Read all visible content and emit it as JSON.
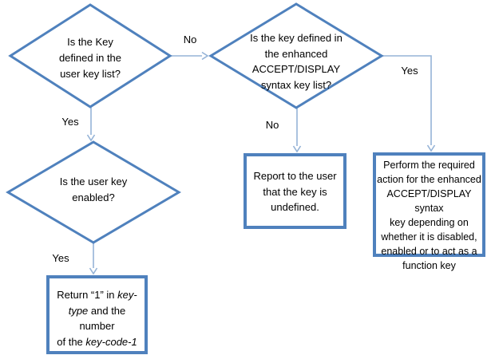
{
  "colors": {
    "shape_stroke": "#4f81bd",
    "connector": "#95b3d7",
    "text": "#000000",
    "background": "#ffffff"
  },
  "nodes": {
    "decision_user_key_defined": {
      "lines": [
        "Is the Key",
        "defined in the",
        "user key list?"
      ]
    },
    "decision_enhanced_syntax": {
      "lines": [
        "Is the key defined in",
        "the enhanced",
        "ACCEPT/DISPLAY",
        "syntax key list?"
      ]
    },
    "decision_user_key_enabled": {
      "lines": [
        "Is the user key",
        "enabled?"
      ]
    },
    "process_report_undefined": {
      "lines": [
        "Report to the user",
        "that the key is",
        "undefined."
      ]
    },
    "process_perform_action": {
      "lines": [
        "Perform the required",
        "action for the enhanced",
        "ACCEPT/DISPLAY syntax",
        "key depending on",
        "whether it is disabled,",
        "enabled or to act as a",
        "function key"
      ]
    },
    "process_return_key_type": {
      "line1_normal": "Return “1” in ",
      "line1_italic": "key-",
      "line2_italic": "type",
      "line2_normal": " and the number",
      "line3_normal": "of the ",
      "line3_italic": "key-code-1"
    }
  },
  "edge_labels": {
    "no_to_enhanced": "No",
    "yes_to_enabled": "Yes",
    "no_to_report": "No",
    "yes_to_perform": "Yes",
    "yes_to_return": "Yes"
  }
}
